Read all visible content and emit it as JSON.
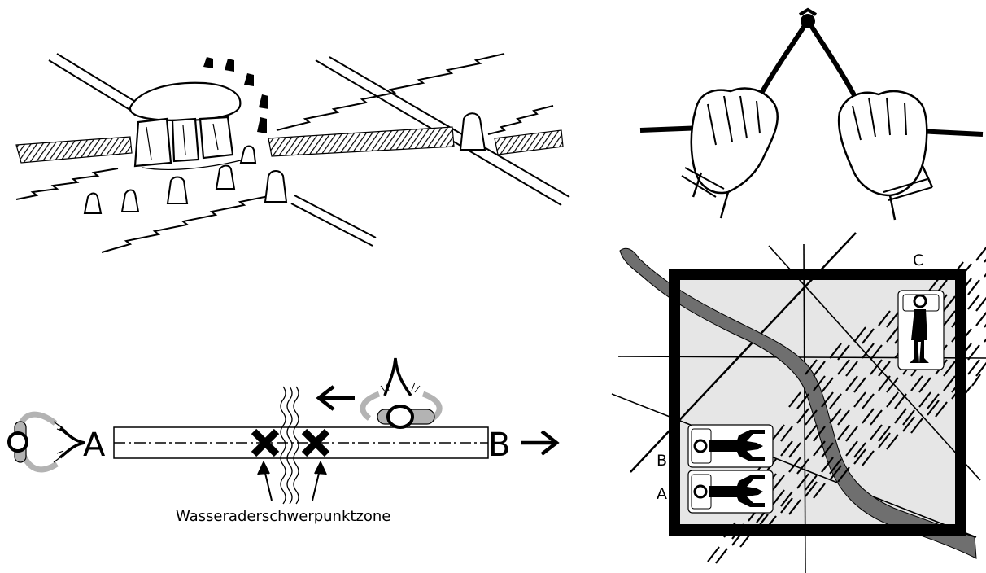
{
  "panels": {
    "dolmen_sketch": {},
    "dowsing_hands": {},
    "profile_diagram": {
      "label_a": "A",
      "label_b": "B",
      "caption": "Wasseraderschwerpunktzone"
    },
    "room_plan": {
      "label_a": "A",
      "label_b": "B",
      "label_c": "C"
    }
  },
  "colors": {
    "ink": "#000000",
    "rod_grey": "#b3b3b3",
    "room_fill": "#e6e6e6",
    "watercourse": "#6f6f6f"
  }
}
